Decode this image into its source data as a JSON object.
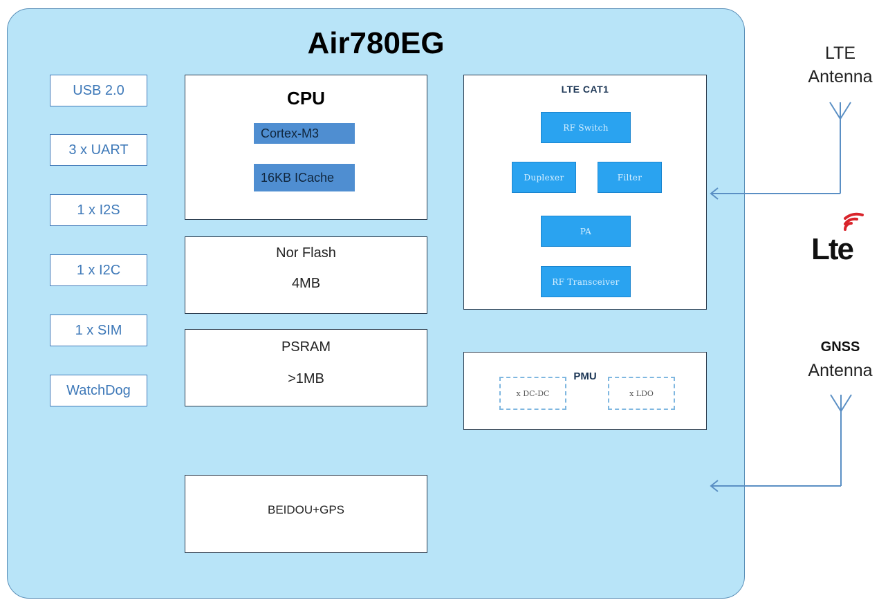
{
  "module": {
    "title": "Air780EG"
  },
  "interfaces": [
    "USB 2.0",
    "3 x UART",
    "1 x I2S",
    "1 x I2C",
    "1 x SIM",
    "WatchDog"
  ],
  "cpu": {
    "title": "CPU",
    "core": "Cortex-M3",
    "cache": "16KB ICache"
  },
  "nor_flash": {
    "label": "Nor Flash",
    "size": "4MB"
  },
  "psram": {
    "label": "PSRAM",
    "size": ">1MB"
  },
  "gnss_chip": {
    "label": "BEIDOU+GPS"
  },
  "lte": {
    "title": "LTE CAT1",
    "rf_switch": "RF Switch",
    "duplexer": "Duplexer",
    "filter": "Filter",
    "pa": "PA",
    "transceiver": "RF Transceiver"
  },
  "pmu": {
    "title": "PMU",
    "dcdc": "x DC-DC",
    "ldo": "x LDO"
  },
  "lte_antenna": {
    "line1": "LTE",
    "line2": "Antenna"
  },
  "gnss_antenna": {
    "line1": "GNSS",
    "line2": "Antenna"
  },
  "logo": {
    "text": "Lte"
  },
  "colors": {
    "module_fill": "#b8e4f8",
    "interface_text": "#3d78b8",
    "cpu_chip": "#4f8ed1",
    "rf_block": "#2aa3f0",
    "logo_waves": "#d9242b"
  }
}
